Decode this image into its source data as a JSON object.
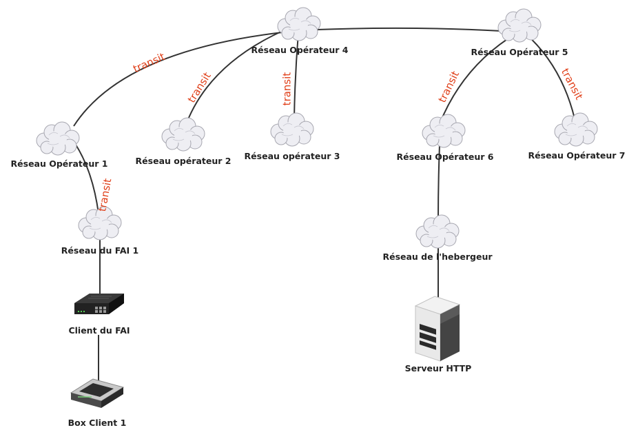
{
  "colors": {
    "wire": "#333333",
    "transit": "#e0401a",
    "label": "#222222",
    "cloud_fill": "#eeeef3",
    "cloud_stroke": "#a7a7b0"
  },
  "nodes": {
    "op1": {
      "label": "Réseau Opérateur 1",
      "icon": "cloud-icon"
    },
    "op2": {
      "label": "Réseau opérateur 2",
      "icon": "cloud-icon"
    },
    "op3": {
      "label": "Réseau opérateur 3",
      "icon": "cloud-icon"
    },
    "op4": {
      "label": "Réseau Opérateur 4",
      "icon": "cloud-icon"
    },
    "op5": {
      "label": "Réseau Opérateur 5",
      "icon": "cloud-icon"
    },
    "op6": {
      "label": "Réseau Opérateur 6",
      "icon": "cloud-icon"
    },
    "op7": {
      "label": "Réseau Opérateur 7",
      "icon": "cloud-icon"
    },
    "fai1": {
      "label": "Réseau du FAI 1",
      "icon": "cloud-icon"
    },
    "hebergeur": {
      "label": "Réseau de l'hebergeur",
      "icon": "cloud-icon"
    },
    "client_fai": {
      "label": "Client du FAI",
      "icon": "switch-icon"
    },
    "box_client": {
      "label": "Box Client 1",
      "icon": "router-box-icon"
    },
    "serveur": {
      "label": "Serveur HTTP",
      "icon": "server-icon"
    }
  },
  "links": [
    {
      "from": "op1",
      "to": "op4",
      "label": "transit"
    },
    {
      "from": "op2",
      "to": "op4",
      "label": "transit"
    },
    {
      "from": "op3",
      "to": "op4",
      "label": "transit"
    },
    {
      "from": "op4",
      "to": "op5",
      "label": ""
    },
    {
      "from": "op6",
      "to": "op5",
      "label": "transit"
    },
    {
      "from": "op7",
      "to": "op5",
      "label": "transit"
    },
    {
      "from": "fai1",
      "to": "op1",
      "label": "transit"
    },
    {
      "from": "fai1",
      "to": "client_fai",
      "label": ""
    },
    {
      "from": "client_fai",
      "to": "box_client",
      "label": ""
    },
    {
      "from": "op6",
      "to": "hebergeur",
      "label": ""
    },
    {
      "from": "hebergeur",
      "to": "serveur",
      "label": ""
    }
  ]
}
